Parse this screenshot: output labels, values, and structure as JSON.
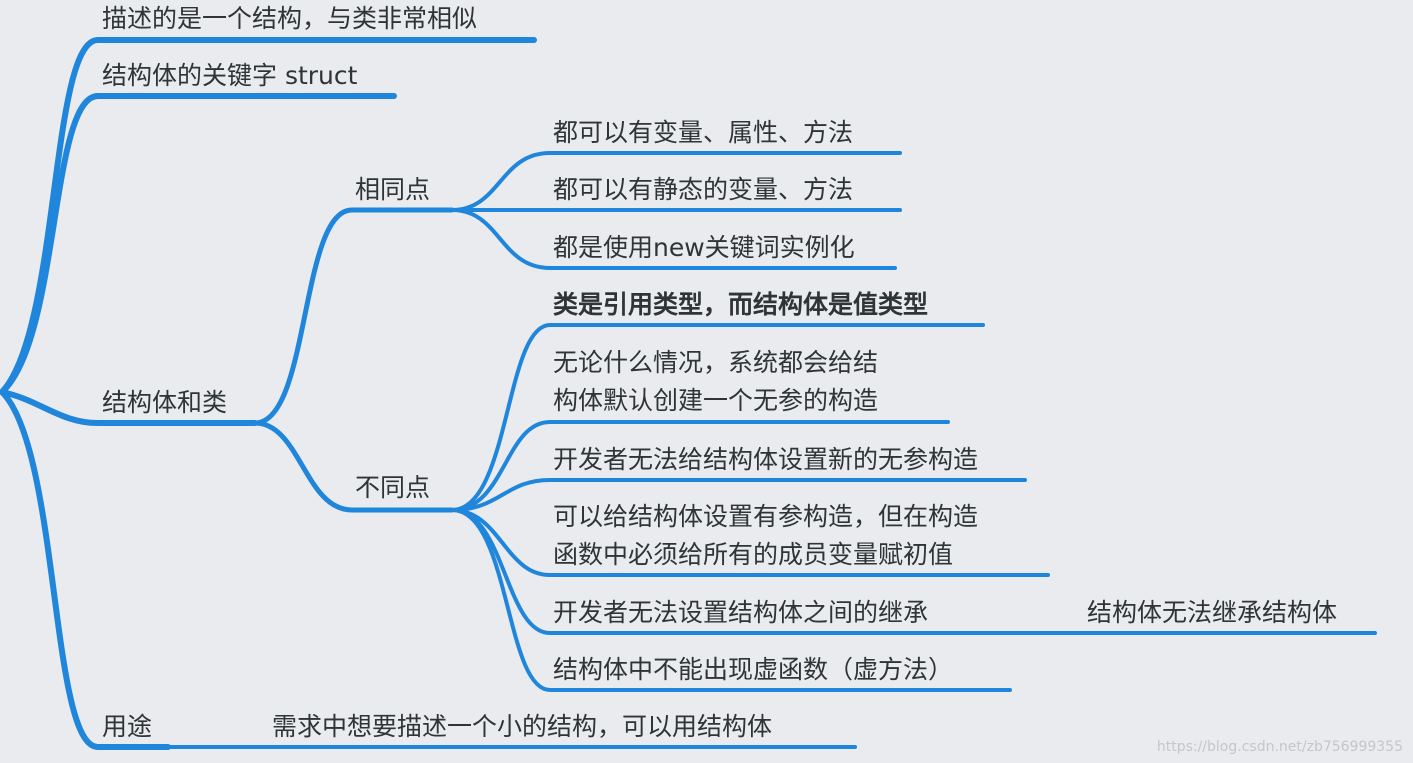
{
  "mindmap": {
    "branches": {
      "description": "描述的是一个结构，与类非常相似",
      "keyword": "结构体的关键字 struct",
      "struct_and_class": "结构体和类",
      "usage": "用途"
    },
    "similarities": {
      "label": "相同点",
      "items": [
        "都可以有变量、属性、方法",
        "都可以有静态的变量、方法",
        "都是使用new关键词实例化"
      ]
    },
    "differences": {
      "label": "不同点",
      "items": [
        "类是引用类型，而结构体是值类型",
        "无论什么情况，系统都会给结",
        "构体默认创建一个无参的构造",
        "开发者无法给结构体设置新的无参构造",
        "可以给结构体设置有参构造，但在构造",
        "函数中必须给所有的成员变量赋初值",
        "开发者无法设置结构体之间的继承",
        "结构体中不能出现虚函数（虚方法）"
      ],
      "inheritance_note": "结构体无法继承结构体"
    },
    "usage_note": "需求中想要描述一个小的结构，可以用结构体",
    "line_color": "#1f86dc"
  },
  "watermark": "https://blog.csdn.net/zb756999355"
}
